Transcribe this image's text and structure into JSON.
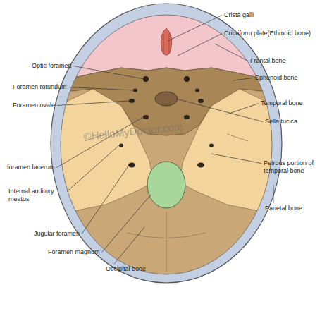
{
  "diagram": {
    "labels": [
      "Crista galli",
      "Cribriform plate(Ethmoid bone)",
      "Frantal bone",
      "Sphenoid bone",
      "Temporal bone",
      "Sella tucica",
      "Petrous portion of temporal bone",
      "Parietal bone",
      "Optic foramen",
      "Foramen rotundum",
      "Foramen ovale",
      "foramen lacerum",
      "Internal auditory meatus",
      "Jugular foramen",
      "Foramen magnum",
      "Occipital bone",
      "©HelloMyDoctor.com"
    ]
  }
}
